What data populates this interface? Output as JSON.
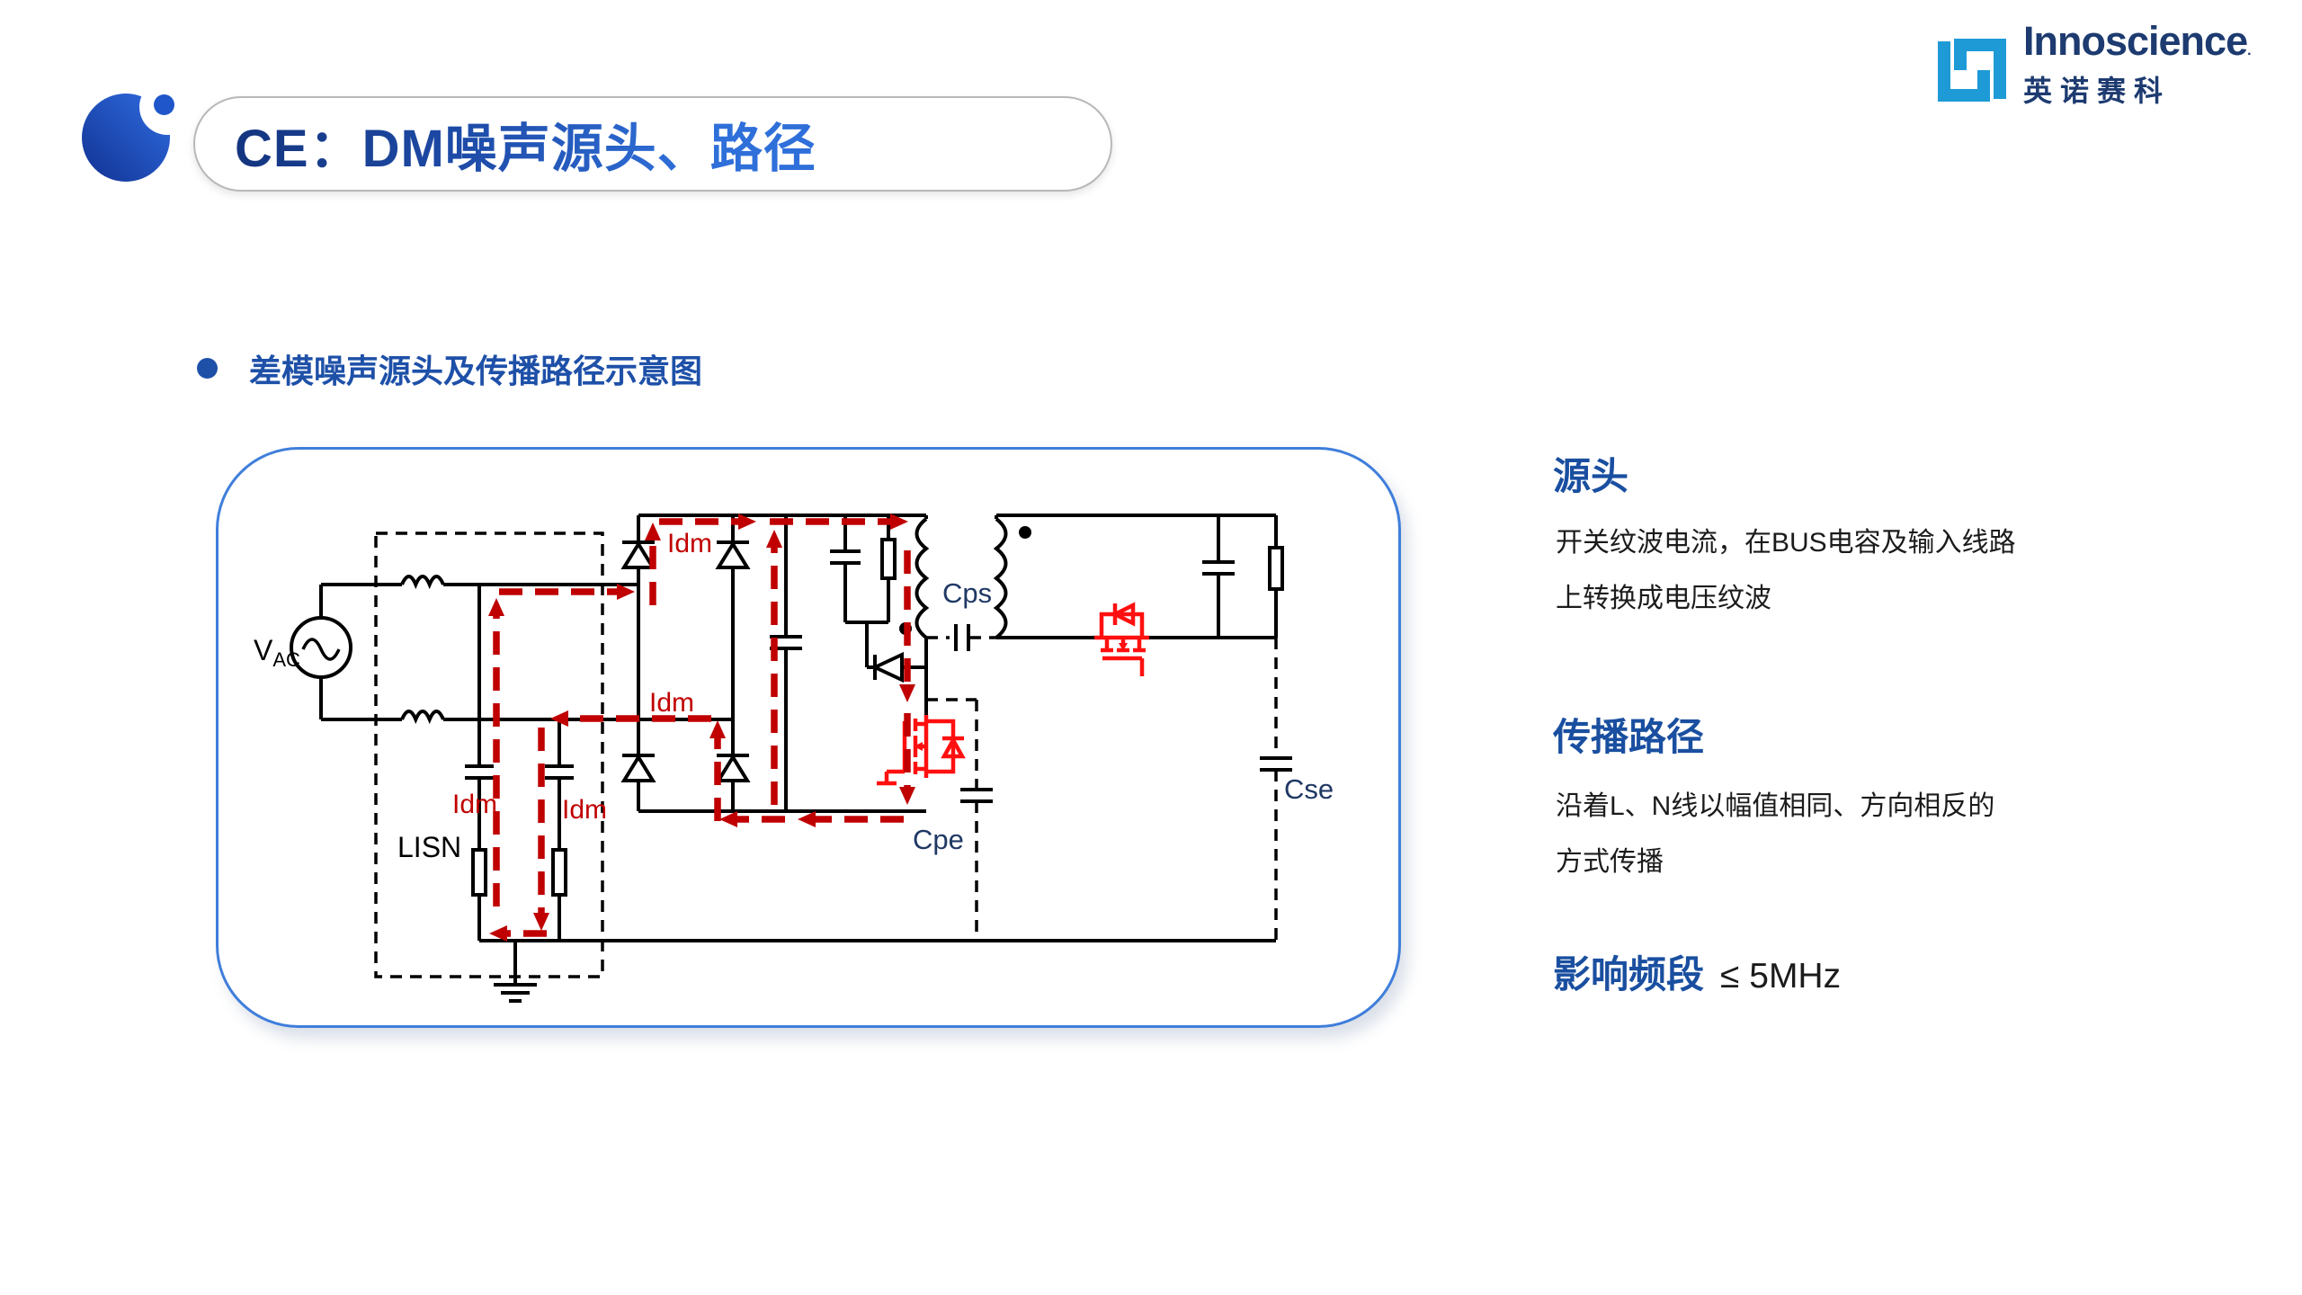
{
  "slide": {
    "title": "CE：DM噪声源头、路径",
    "bullet_text": "差模噪声源头及传播路径示意图"
  },
  "brand": {
    "name": "Innoscience",
    "reg_mark": ".",
    "name_cn": "英诺赛科"
  },
  "diagram": {
    "labels": {
      "vac_main": "V",
      "vac_sub": "AC",
      "lisn": "LISN",
      "idm": "Idm",
      "cps": "Cps",
      "cpe": "Cpe",
      "cse": "Cse"
    }
  },
  "panel": {
    "source": {
      "heading": "源头",
      "line1": "开关纹波电流，在BUS电容及输入线路",
      "line2": "上转换成电压纹波"
    },
    "path": {
      "heading": "传播路径",
      "line1": "沿着L、N线以幅值相同、方向相反的",
      "line2": "方式传播"
    },
    "band": {
      "heading": "影响频段",
      "value": "≤ 5MHz"
    }
  },
  "colors": {
    "accent_blue": "#1a4fa0",
    "arrow_red": "#C00000",
    "mosfet_red": "#FF1010",
    "brand_navy": "#1d3b70",
    "brand_cyan": "#1e9ad6",
    "container_border": "#3f7edb"
  }
}
